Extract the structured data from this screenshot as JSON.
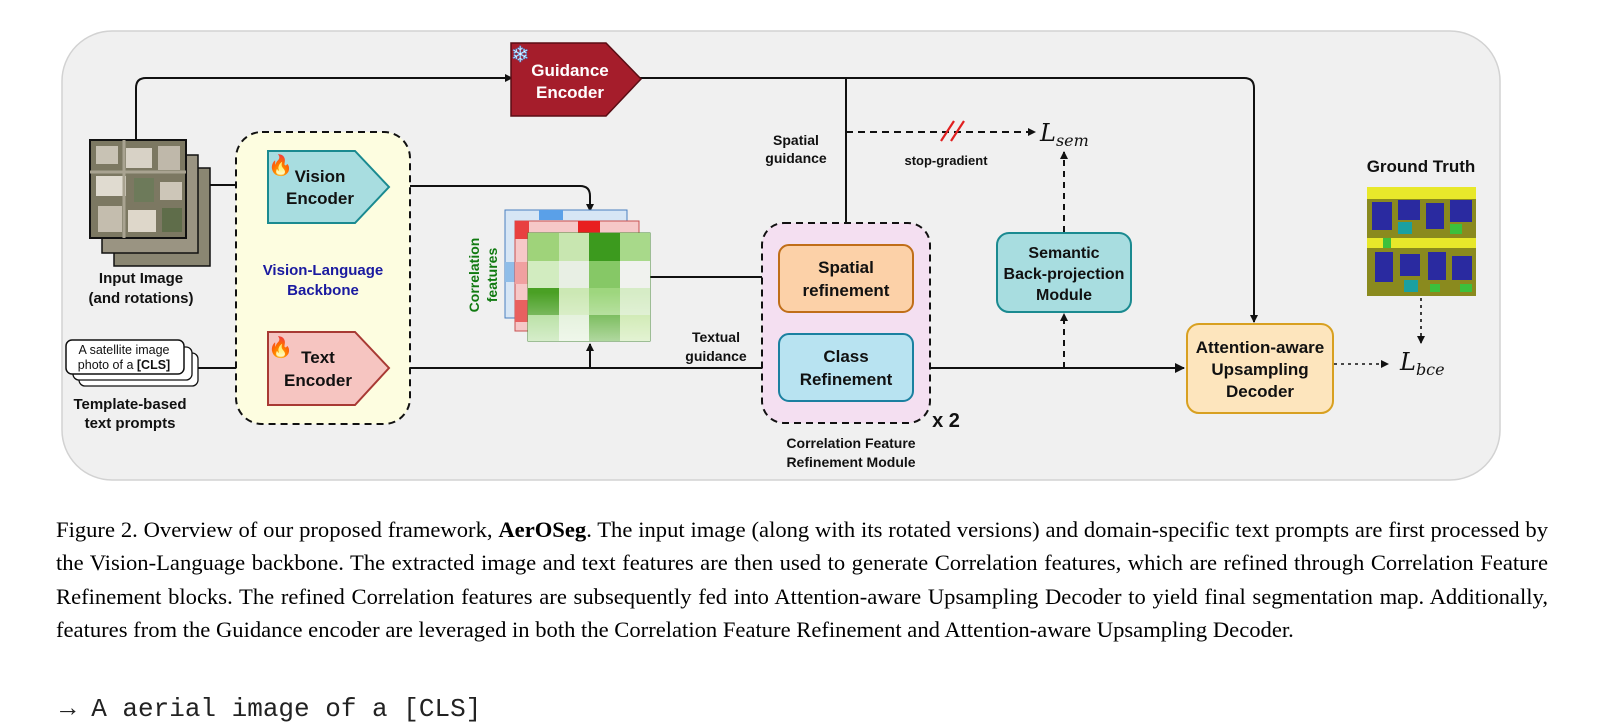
{
  "diagram": {
    "guidance_encoder": {
      "line1": "Guidance",
      "line2": "Encoder"
    },
    "vision_encoder": {
      "line1": "Vision",
      "line2": "Encoder"
    },
    "text_encoder": {
      "line1": "Text",
      "line2": "Encoder"
    },
    "backbone_label": {
      "line1": "Vision-Language",
      "line2": "Backbone"
    },
    "input_image_label": {
      "line1": "Input Image",
      "line2": "(and rotations)"
    },
    "prompt_card": {
      "line1": "A satellite image",
      "line2_prefix": "photo of a ",
      "line2_token": "[CLS]"
    },
    "prompts_label": {
      "line1": "Template-based",
      "line2": "text prompts"
    },
    "correlation_label": {
      "line1": "Correlation",
      "line2": "features"
    },
    "spatial_guidance_label": {
      "line1": "Spatial",
      "line2": "guidance"
    },
    "stop_gradient_label": "stop-gradient",
    "loss_sem": {
      "symbol": "L",
      "subscript": "sem"
    },
    "loss_bce": {
      "symbol": "L",
      "subscript": "bce"
    },
    "textual_guidance_label": {
      "line1": "Textual",
      "line2": "guidance"
    },
    "spatial_refinement": {
      "line1": "Spatial",
      "line2": "refinement"
    },
    "class_refinement": {
      "line1": "Class",
      "line2": "Refinement"
    },
    "repeat_label": "x 2",
    "cfr_module_label": {
      "line1": "Correlation Feature",
      "line2": "Refinement Module"
    },
    "semantic_backprojection": {
      "line1": "Semantic",
      "line2": "Back-projection",
      "line3": "Module"
    },
    "decoder": {
      "line1": "Attention-aware",
      "line2": "Upsampling",
      "line3": "Decoder"
    },
    "ground_truth_label": "Ground Truth"
  },
  "caption": {
    "prefix": "Figure 2. Overview of our proposed framework, ",
    "name": "AerOSeg",
    "text": ". The input image (along with its rotated versions) and domain-specific text prompts are first processed by the Vision-Language backbone. The extracted image and text features are then used to generate Correlation features, which are refined through Correlation Feature Refinement blocks. The refined Correlation features are subsequently fed into Attention-aware Upsampling Decoder to yield final segmentation map. Additionally, features from the Guidance encoder are leveraged in both the Correlation Feature Refinement and Attention-aware Upsampling Decoder."
  },
  "cutoff_text": "→ A aerial image of a [CLS]",
  "colors": {
    "panel_bg": "#f0f0f0",
    "guidance_fill": "#a51d2b",
    "vision_fill": "#a8dde0",
    "text_fill": "#f6c5c1",
    "backbone_fill": "#fdfde0",
    "cfr_fill": "#f4dff1",
    "spatial_ref_fill": "#fcd1a8",
    "class_ref_fill": "#b8e3f1",
    "semantic_fill": "#a8dde0",
    "decoder_fill": "#fde5bd",
    "label_green": "#117a11",
    "label_navy": "#1a1aa0"
  }
}
